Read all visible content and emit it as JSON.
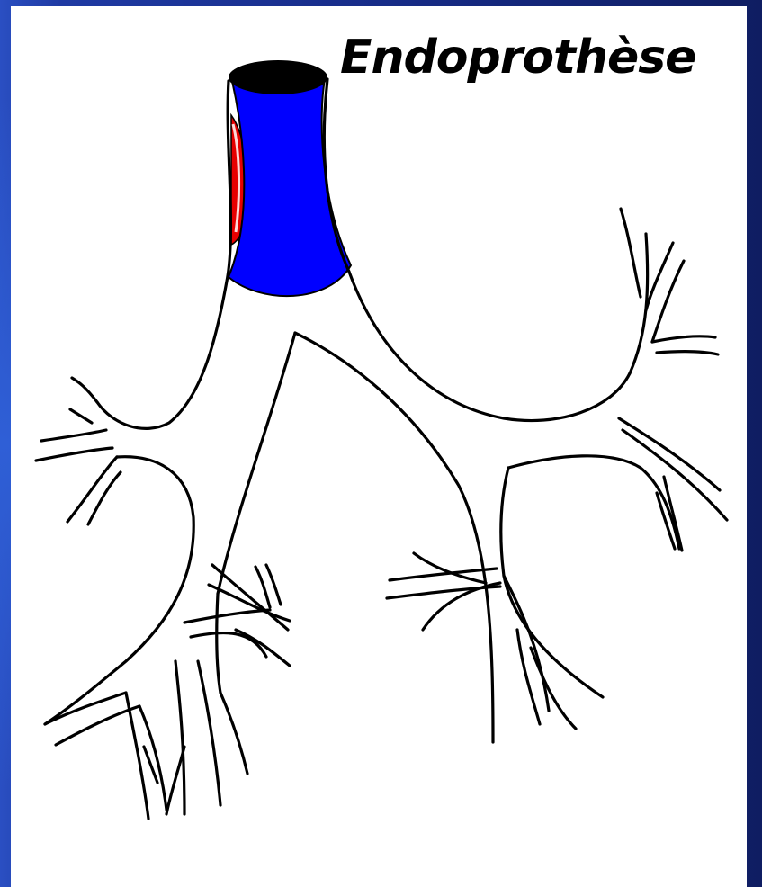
{
  "slide": {
    "title": "Endoprothèse"
  },
  "colors": {
    "stent": "#0000ff",
    "lesion": "#e60000",
    "lumen": "#000000",
    "outline": "#000000",
    "background": "#ffffff"
  },
  "icons": {
    "stent": "stent-cylinder",
    "lesion": "tumor-wall-lesion"
  }
}
